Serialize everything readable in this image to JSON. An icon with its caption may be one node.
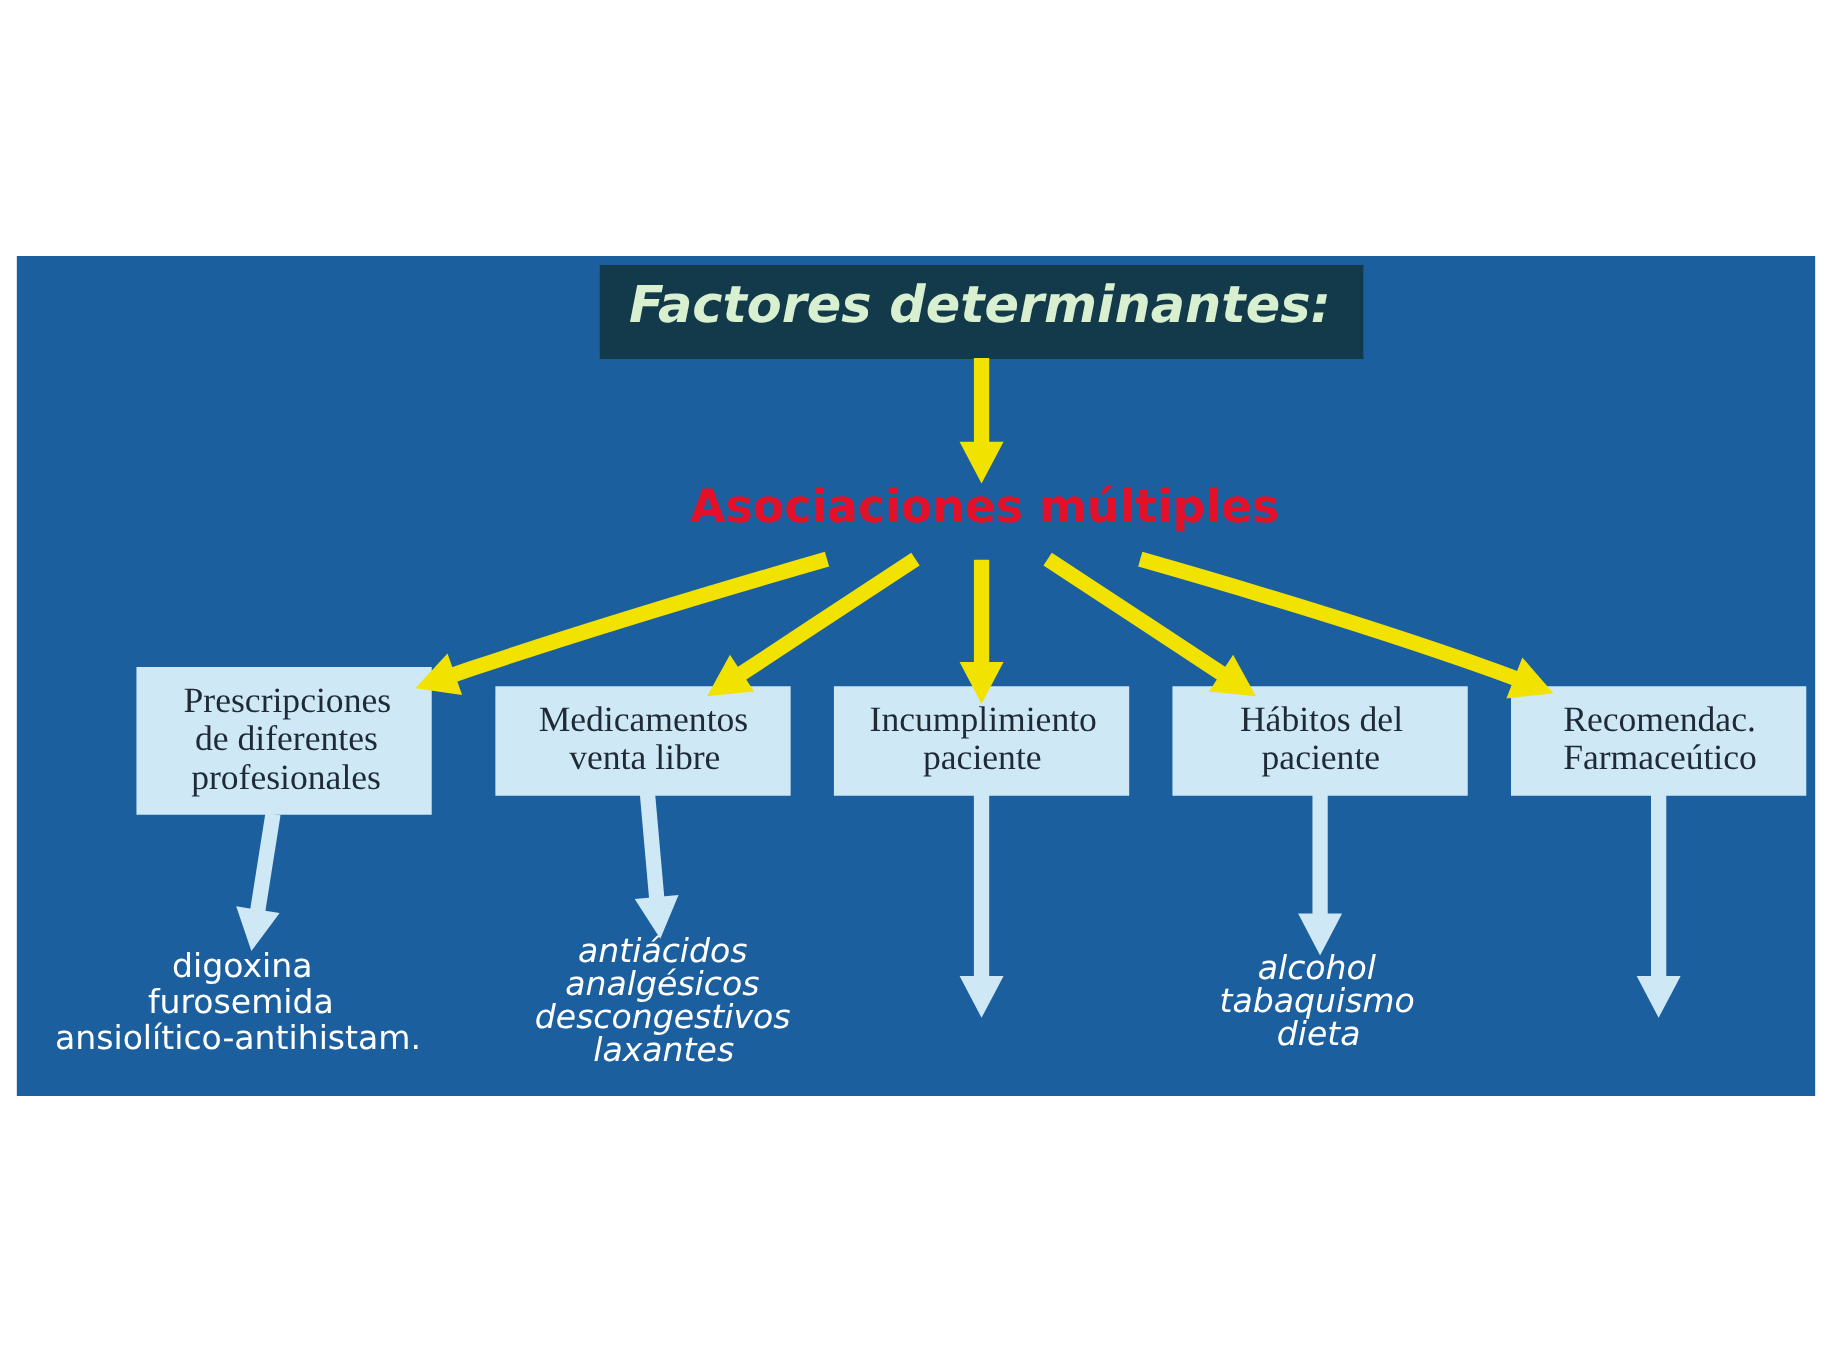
{
  "diagram": {
    "nodes": [
      {
        "text": [
          "Factores determinantes:"
        ]
      },
      {
        "text": [
          "Asociaciones múltiples"
        ]
      },
      {
        "text": [
          "Prescripciones de diferentes profesionales"
        ]
      },
      {
        "text": [
          "Medicamentos venta libre"
        ]
      },
      {
        "text": [
          "Incumplimiento paciente"
        ]
      },
      {
        "text": [
          "Hábitos del paciente"
        ]
      },
      {
        "text": [
          "Recomendac. Farmaceútico"
        ]
      },
      {
        "text": [
          "digoxina furosemida ansiolítico-antihistam."
        ]
      },
      {
        "text": [
          "antiácidos analgésicos descongestivos laxantes"
        ]
      },
      {
        "text": [
          "alcohol tabaquismo dieta"
        ]
      }
    ],
    "edges": [
      {
        "from": 0,
        "to": 1,
        "arrow": "to"
      },
      {
        "from": 1,
        "to": 2,
        "arrow": "to"
      },
      {
        "from": 1,
        "to": 3,
        "arrow": "to"
      },
      {
        "from": 1,
        "to": 4,
        "arrow": "to"
      },
      {
        "from": 1,
        "to": 5,
        "arrow": "to"
      },
      {
        "from": 1,
        "to": 6,
        "arrow": "to"
      },
      {
        "from": 2,
        "to": 7,
        "arrow": "to",
        "color": "#cfe8f5"
      },
      {
        "from": 3,
        "to": 8,
        "arrow": "to",
        "color": "#cfe8f5"
      },
      {
        "from": 4,
        "to": null,
        "arrow": "to",
        "color": "#cfe8f5"
      },
      {
        "from": 5,
        "to": 9,
        "arrow": "to",
        "color": "#cfe8f5"
      },
      {
        "from": 6,
        "to": null,
        "arrow": "to",
        "color": "#cfe8f5"
      }
    ]
  }
}
